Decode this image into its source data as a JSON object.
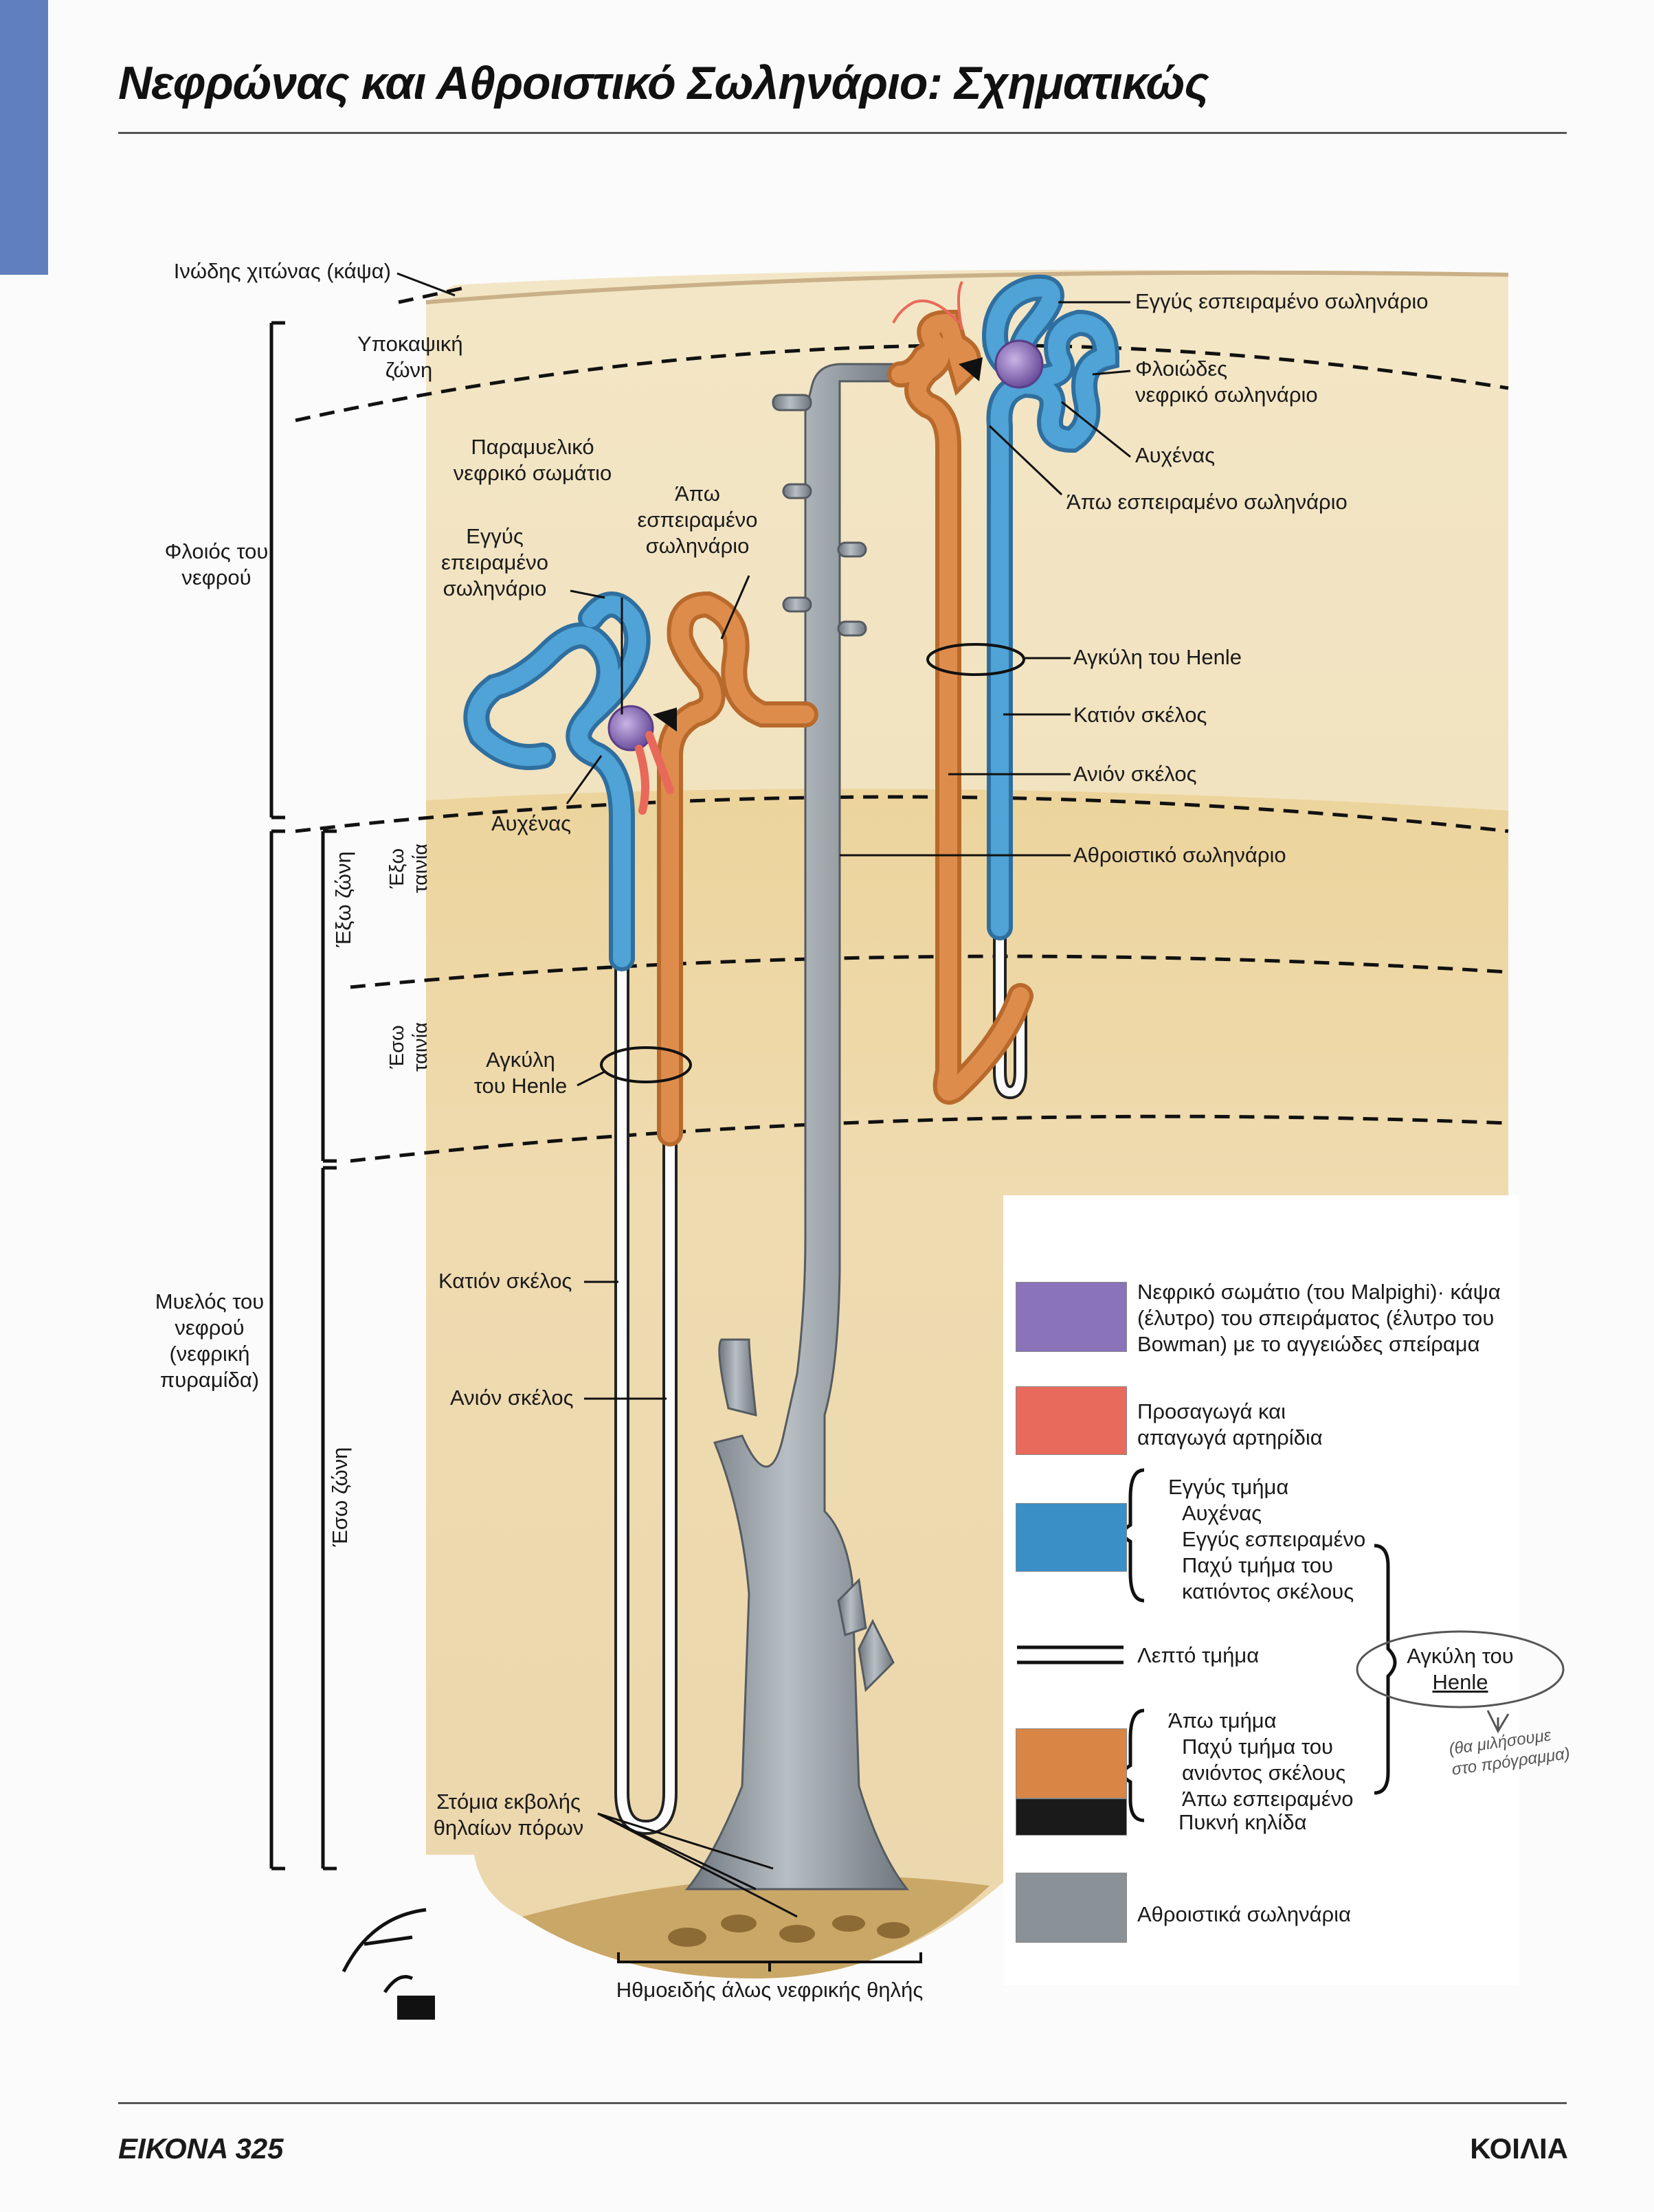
{
  "title": "Νεφρώνας και Αθροιστικό Σωληνάριο: Σχηματικώς",
  "footer": {
    "figure": "ΕΙΚΟΝΑ 325",
    "section": "ΚΟΙΛΙΑ"
  },
  "regions": {
    "capsule": "Ινώδης χιτώνας (κάψα)",
    "subcapsular_zone": [
      "Υποκαψική",
      "ζώνη"
    ],
    "cortex": [
      "Φλοιός του",
      "νεφρού"
    ],
    "outer_stripe": [
      "Έξω",
      "ταινία"
    ],
    "outer_zone": "Έξω ζώνη",
    "inner_stripe": [
      "Έσω",
      "ταινία"
    ],
    "medulla": [
      "Μυελός του",
      "νεφρού",
      "(νεφρική",
      "πυραμίδα)"
    ],
    "inner_zone": "Έσω ζώνη"
  },
  "juxtamedullary": {
    "corpuscle": [
      "Παραμυελικό",
      "νεφρικό σωμάτιο"
    ],
    "proximal": [
      "Εγγύς",
      "επειραμένο",
      "σωληνάριο"
    ],
    "distal": [
      "Άπω",
      "εσπειραμένο",
      "σωληνάριο"
    ],
    "neck": "Αυχένας",
    "loop": [
      "Αγκύλη",
      "του Henle"
    ],
    "descending": "Κατιόν σκέλος",
    "ascending": "Ανιόν σκέλος",
    "papillary_ducts": [
      "Στόμια εκβολής",
      "θηλαίων πόρων"
    ],
    "cribrosa": "Ηθμοειδής άλως νεφρικής θηλής"
  },
  "cortical": {
    "proximal": "Εγγύς εσπειραμένο σωληνάριο",
    "corpuscle": [
      "Φλοιώδες",
      "νεφρικό σωληνάριο"
    ],
    "neck": "Αυχένας",
    "distal": "Άπω εσπειραμένο σωληνάριο",
    "loop": "Αγκύλη του Henle",
    "descending": "Κατιόν σκέλος",
    "ascending": "Ανιόν σκέλος",
    "collecting": "Αθροιστικό σωληνάριο"
  },
  "legend": {
    "corpuscle": [
      "Νεφρικό σωμάτιο (του Malpighi)· κάψα",
      "(έλυτρο) του σπειράματος (έλυτρο του",
      "Bowman) με το αγγειώδες σπείραμα"
    ],
    "arterioles": [
      "Προσαγωγά και",
      "απαγωγά αρτηρίδια"
    ],
    "proximal": [
      "Εγγύς τμήμα",
      "Αυχένας",
      "Εγγύς εσπειραμένο",
      "Παχύ τμήμα του",
      "κατιόντος σκέλους"
    ],
    "thin": "Λεπτό τμήμα",
    "distal": [
      "Άπω τμήμα",
      "Παχύ τμήμα του",
      "ανιόντος σκέλους",
      "Άπω εσπειραμένο"
    ],
    "macula": "Πυκνή κηλίδα",
    "collecting": "Αθροιστικά σωληνάρια",
    "loop_bracket": [
      "Αγκύλη του",
      "Henle"
    ]
  },
  "handwritten_note": [
    "(θα μιλήσουμε",
    "στο πρόγραμμα)"
  ],
  "signature": "F. Netter M.D.",
  "colors": {
    "corpuscle": "#8a73b8",
    "arterioles": "#e86a5c",
    "proximal": "#3b8fc7",
    "distal": "#d98545",
    "macula": "#1a1a1a",
    "collecting": "#8a9298",
    "cortex": "#f1dfb8",
    "medulla": "#ead2a0",
    "tab": "#5f7fbf"
  }
}
